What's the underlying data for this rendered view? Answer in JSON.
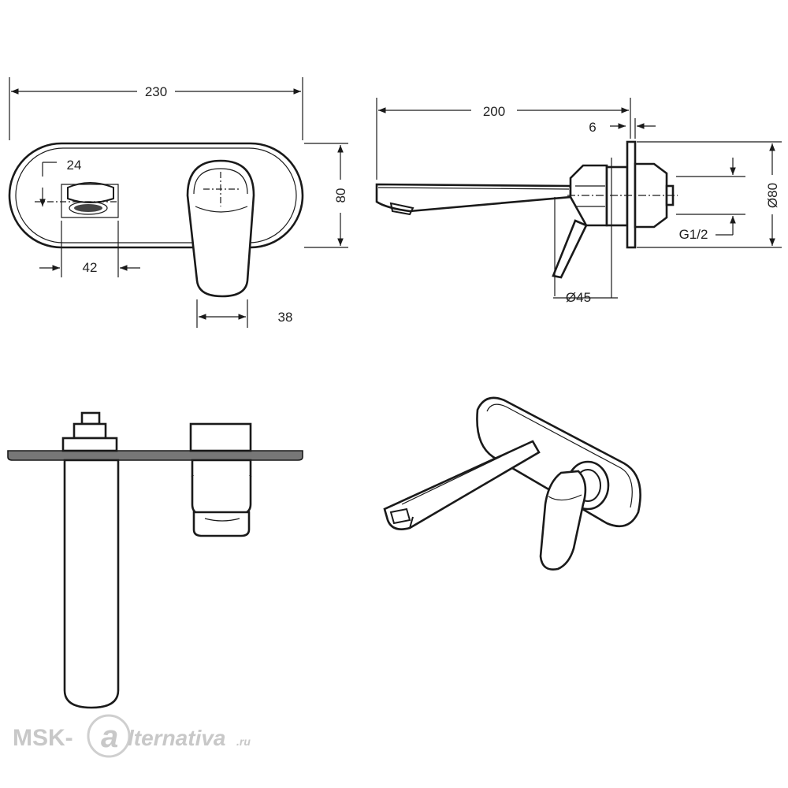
{
  "dimensions": {
    "front_width": "230",
    "front_height": "80",
    "spout_offset": "24",
    "spout_width": "42",
    "handle_width": "38",
    "side_projection": "200",
    "side_flange": "6",
    "side_diameter": "Ø80",
    "side_thread": "G1/2",
    "side_handle_diameter": "Ø45"
  },
  "watermark": {
    "prefix": "MSK-",
    "suffix": "lternativa",
    "tld": ".ru"
  }
}
